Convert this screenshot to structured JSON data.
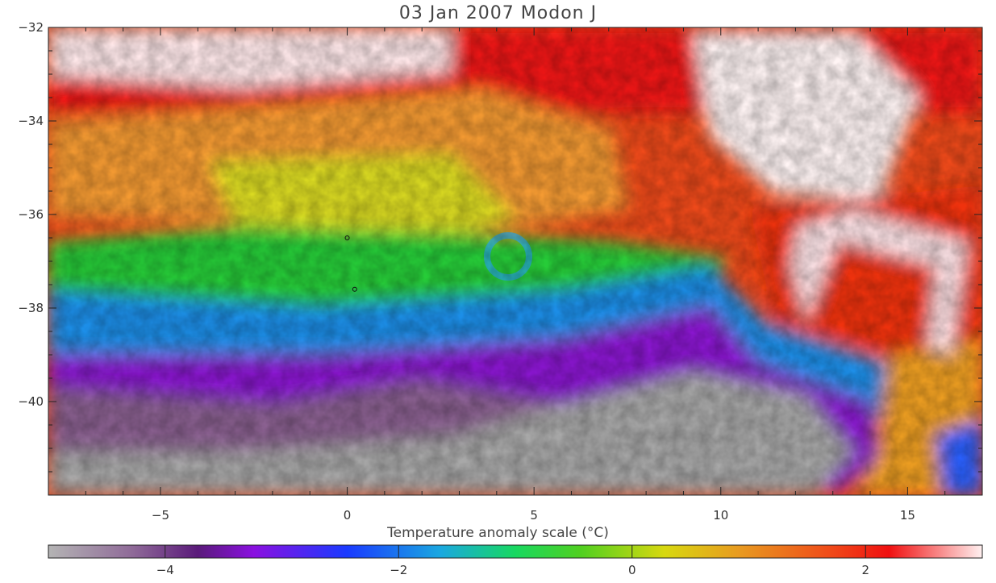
{
  "title": "03 Jan 2007 Modon J",
  "map": {
    "lon_range": [
      -8,
      17
    ],
    "lat_range": [
      -42,
      -32
    ],
    "lat_ticks": [
      -32,
      -34,
      -36,
      -38,
      -40
    ],
    "lon_ticks": [
      -5,
      0,
      5,
      10,
      15
    ],
    "markers": [
      {
        "lon": 0.0,
        "lat": -36.5
      },
      {
        "lon": 0.2,
        "lat": -37.6
      }
    ]
  },
  "colorbar": {
    "title": "Temperature anomaly scale (°C)",
    "range": [
      -5,
      3
    ],
    "ticks": [
      -4,
      -2,
      0,
      2
    ],
    "colors": [
      "#b0b0b0",
      "#7a3a8a",
      "#8a10e0",
      "#2060ff",
      "#1aa0e8",
      "#20d040",
      "#d8e010",
      "#e8a020",
      "#f04010",
      "#f01010",
      "#ffffff"
    ]
  }
}
